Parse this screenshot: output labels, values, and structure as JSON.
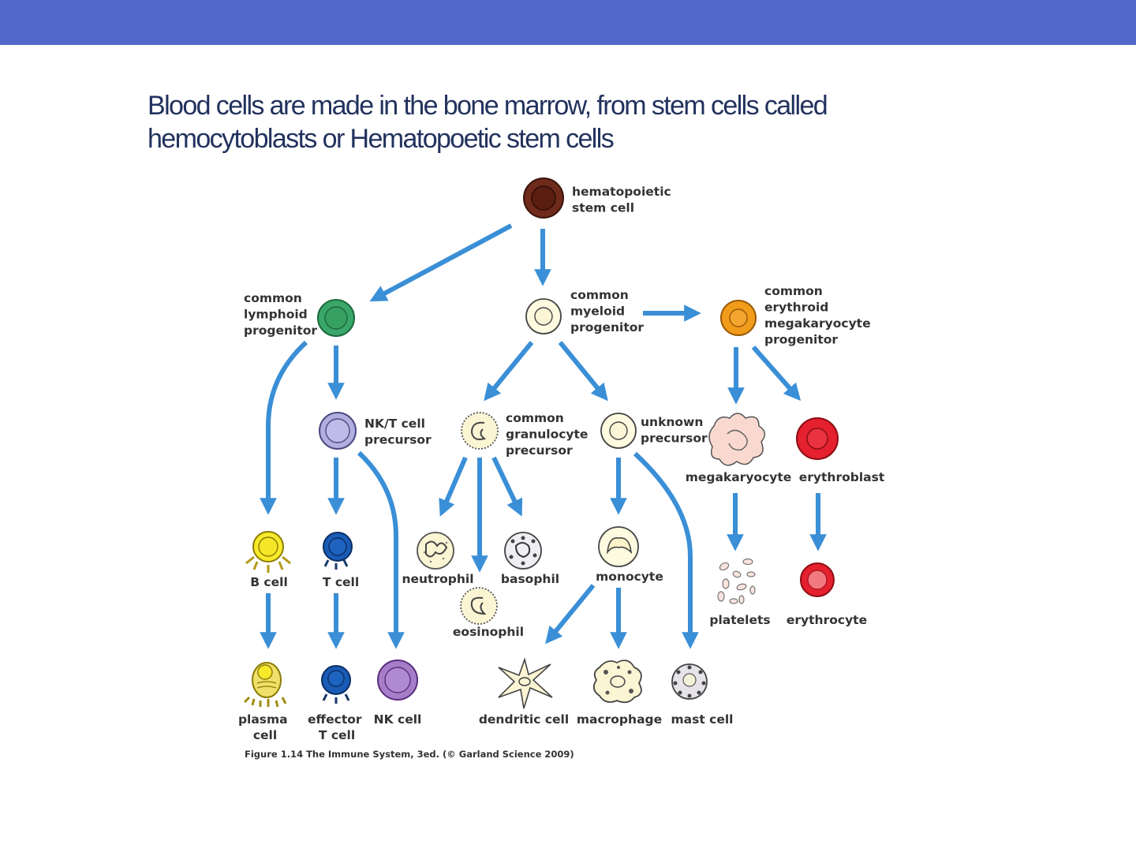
{
  "slide": {
    "title_line1": "Blood cells are made in the bone marrow, from stem cells called",
    "title_line2": "hemocytoblasts or Hematopoetic stem cells",
    "bar_color": "#5068c8"
  },
  "diagram": {
    "arrow_color": "#3a8fd6",
    "label_color": "#333333",
    "nodes": {
      "hsc": [
        "hematopoietic",
        "stem cell"
      ],
      "clp": [
        "common",
        "lymphoid",
        "progenitor"
      ],
      "cmp": [
        "common",
        "myeloid",
        "progenitor"
      ],
      "cemp": [
        "common",
        "erythroid",
        "megakaryocyte",
        "progenitor"
      ],
      "nkt": [
        "NK/T cell",
        "precursor"
      ],
      "cgp": [
        "common",
        "granulocyte",
        "precursor"
      ],
      "unk": [
        "unknown",
        "precursor"
      ],
      "mega": [
        "megakaryocyte"
      ],
      "eryb": [
        "erythroblast"
      ],
      "bcell": [
        "B cell"
      ],
      "tcell": [
        "T cell"
      ],
      "neut": [
        "neutrophil"
      ],
      "baso": [
        "basophil"
      ],
      "eos": [
        "eosinophil"
      ],
      "mono": [
        "monocyte"
      ],
      "plt": [
        "platelets"
      ],
      "ery": [
        "erythrocyte"
      ],
      "plasma": [
        "plasma",
        "cell"
      ],
      "efft": [
        "effector",
        "T cell"
      ],
      "nk": [
        "NK cell"
      ],
      "dc": [
        "dendritic cell"
      ],
      "mac": [
        "macrophage"
      ],
      "mast": [
        "mast cell"
      ]
    },
    "caption": "Figure 1.14 The Immune System, 3ed. (© Garland Science 2009)"
  }
}
